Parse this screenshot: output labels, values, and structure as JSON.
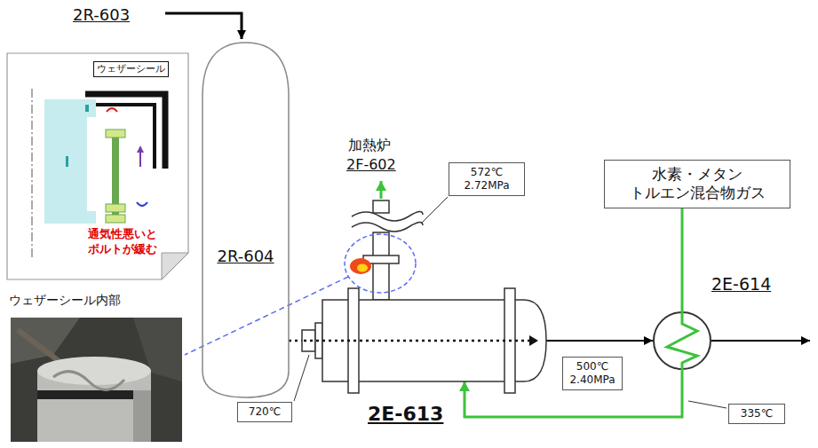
{
  "diagram": {
    "nodes": [
      {
        "text": [
          "通気性悪いと ボルトが緩む"
        ]
      },
      {
        "text": [
          "ウェザーシール"
        ],
        "in": 0
      },
      {
        "text": [
          "2R-604"
        ]
      },
      {
        "text": [
          "572℃ 2.72MPa"
        ]
      },
      {
        "text": [
          "2E-613"
        ]
      },
      {
        "text": [
          "720℃"
        ]
      },
      {
        "text": [
          "500℃ 2.40MPa"
        ]
      },
      {
        "text": [
          "水素・メタン トルエン混合物ガス"
        ]
      },
      {
        "text": [
          "2E-614"
        ]
      },
      {
        "text": [
          "335℃"
        ]
      }
    ],
    "edges": [
      {
        "from": 2,
        "to": 4,
        "arrow": "none"
      },
      {
        "from": 4,
        "to": 8,
        "arrow": "to"
      },
      {
        "from": 7,
        "to": 8,
        "arrow": "none"
      },
      {
        "from": 8,
        "to": 4,
        "arrow": "to"
      }
    ],
    "labels": [
      "2R-603",
      "加熱炉",
      "2F-602",
      "ウェザーシール内部"
    ]
  }
}
